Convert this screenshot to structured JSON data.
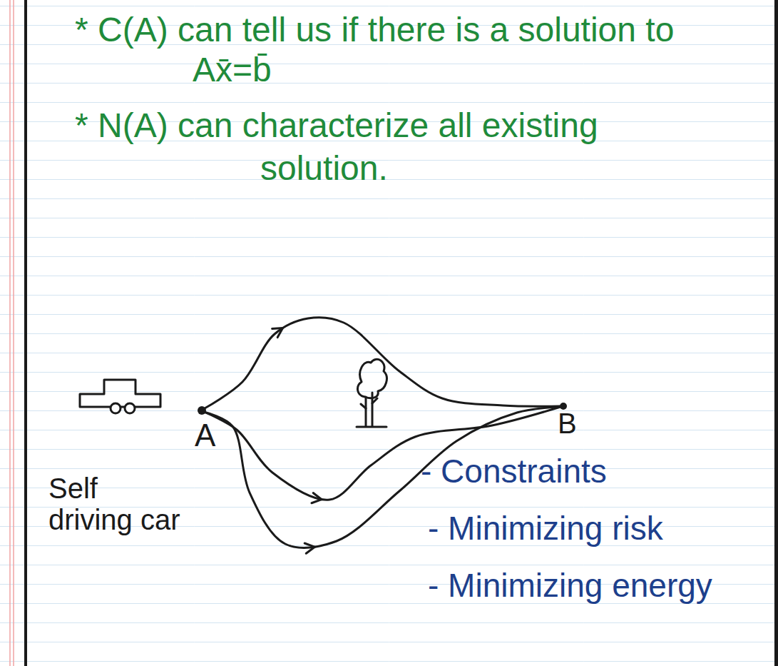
{
  "diagram": {
    "nodes": [
      {
        "text": [
          "A"
        ]
      },
      {
        "text": [
          "B"
        ]
      }
    ],
    "edges": [
      {
        "from": 0,
        "to": 1,
        "arrow": "to"
      },
      {
        "from": 0,
        "to": 1,
        "arrow": "to"
      },
      {
        "from": 0,
        "to": 1,
        "arrow": "to"
      }
    ],
    "labels": [
      "* C(A) can tell us if there is a solution to Ax̄=b̄",
      "* N(A) can characterize all existing solution.",
      "Self driving car",
      "- Constraints",
      "- Minimizing risk",
      "- Minimizing energy"
    ]
  }
}
